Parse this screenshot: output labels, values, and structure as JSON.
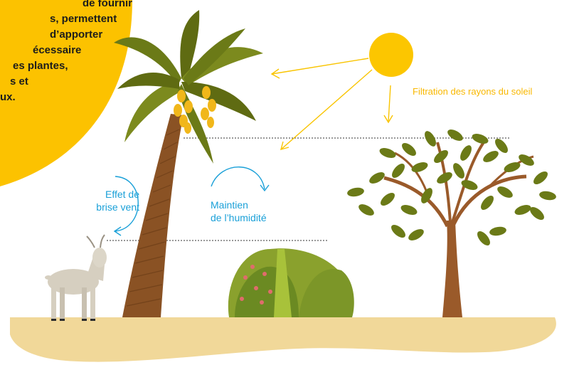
{
  "intro_text_lines": [
    "de fournir",
    "s, permettent",
    "d’apporter",
    "écessaire",
    "es plantes,",
    "s et",
    "ux."
  ],
  "labels": {
    "windbreak_line1": "Effet de",
    "windbreak_line2": "brise vent",
    "humidity_line1": "Maintien",
    "humidity_line2": "de l’humidité",
    "sun_filter": "Filtration des rayons du soleil"
  },
  "colors": {
    "accent_yellow": "#fcc200",
    "sun": "#fcc600",
    "label_blue": "#1aa0d8",
    "label_orange": "#f9b800",
    "ground": "#f1d899",
    "trunk": "#8a5224",
    "leaf_dark": "#5f6b12",
    "leaf_mid": "#7c8a1e"
  }
}
